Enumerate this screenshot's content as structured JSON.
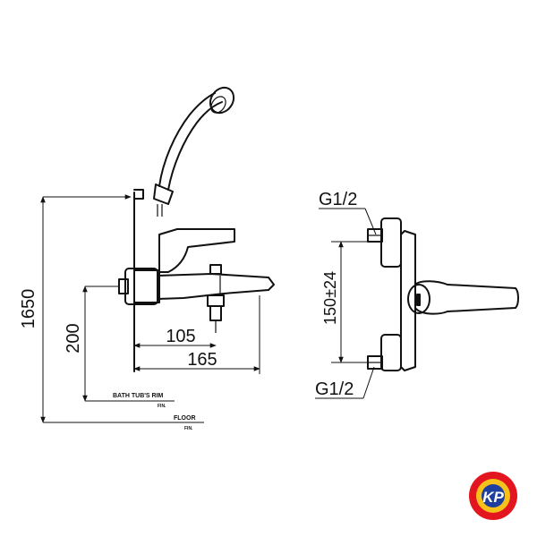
{
  "side_view": {
    "height_total": "1650",
    "height_rim": "200",
    "dim_105": "105",
    "dim_165": "165",
    "rim_label": "BATH TUB'S RIM",
    "rim_sub": "FIN.",
    "floor_label": "FLOOR",
    "floor_sub": "FIN."
  },
  "front_view": {
    "inlet_top": "G1/2",
    "inlet_bottom": "G1/2",
    "center_distance": "150±24"
  },
  "logo": {
    "text": "KP",
    "colors": {
      "ring": "#e3161f",
      "inner": "#f6c11a",
      "core": "#1f3f9e"
    }
  }
}
